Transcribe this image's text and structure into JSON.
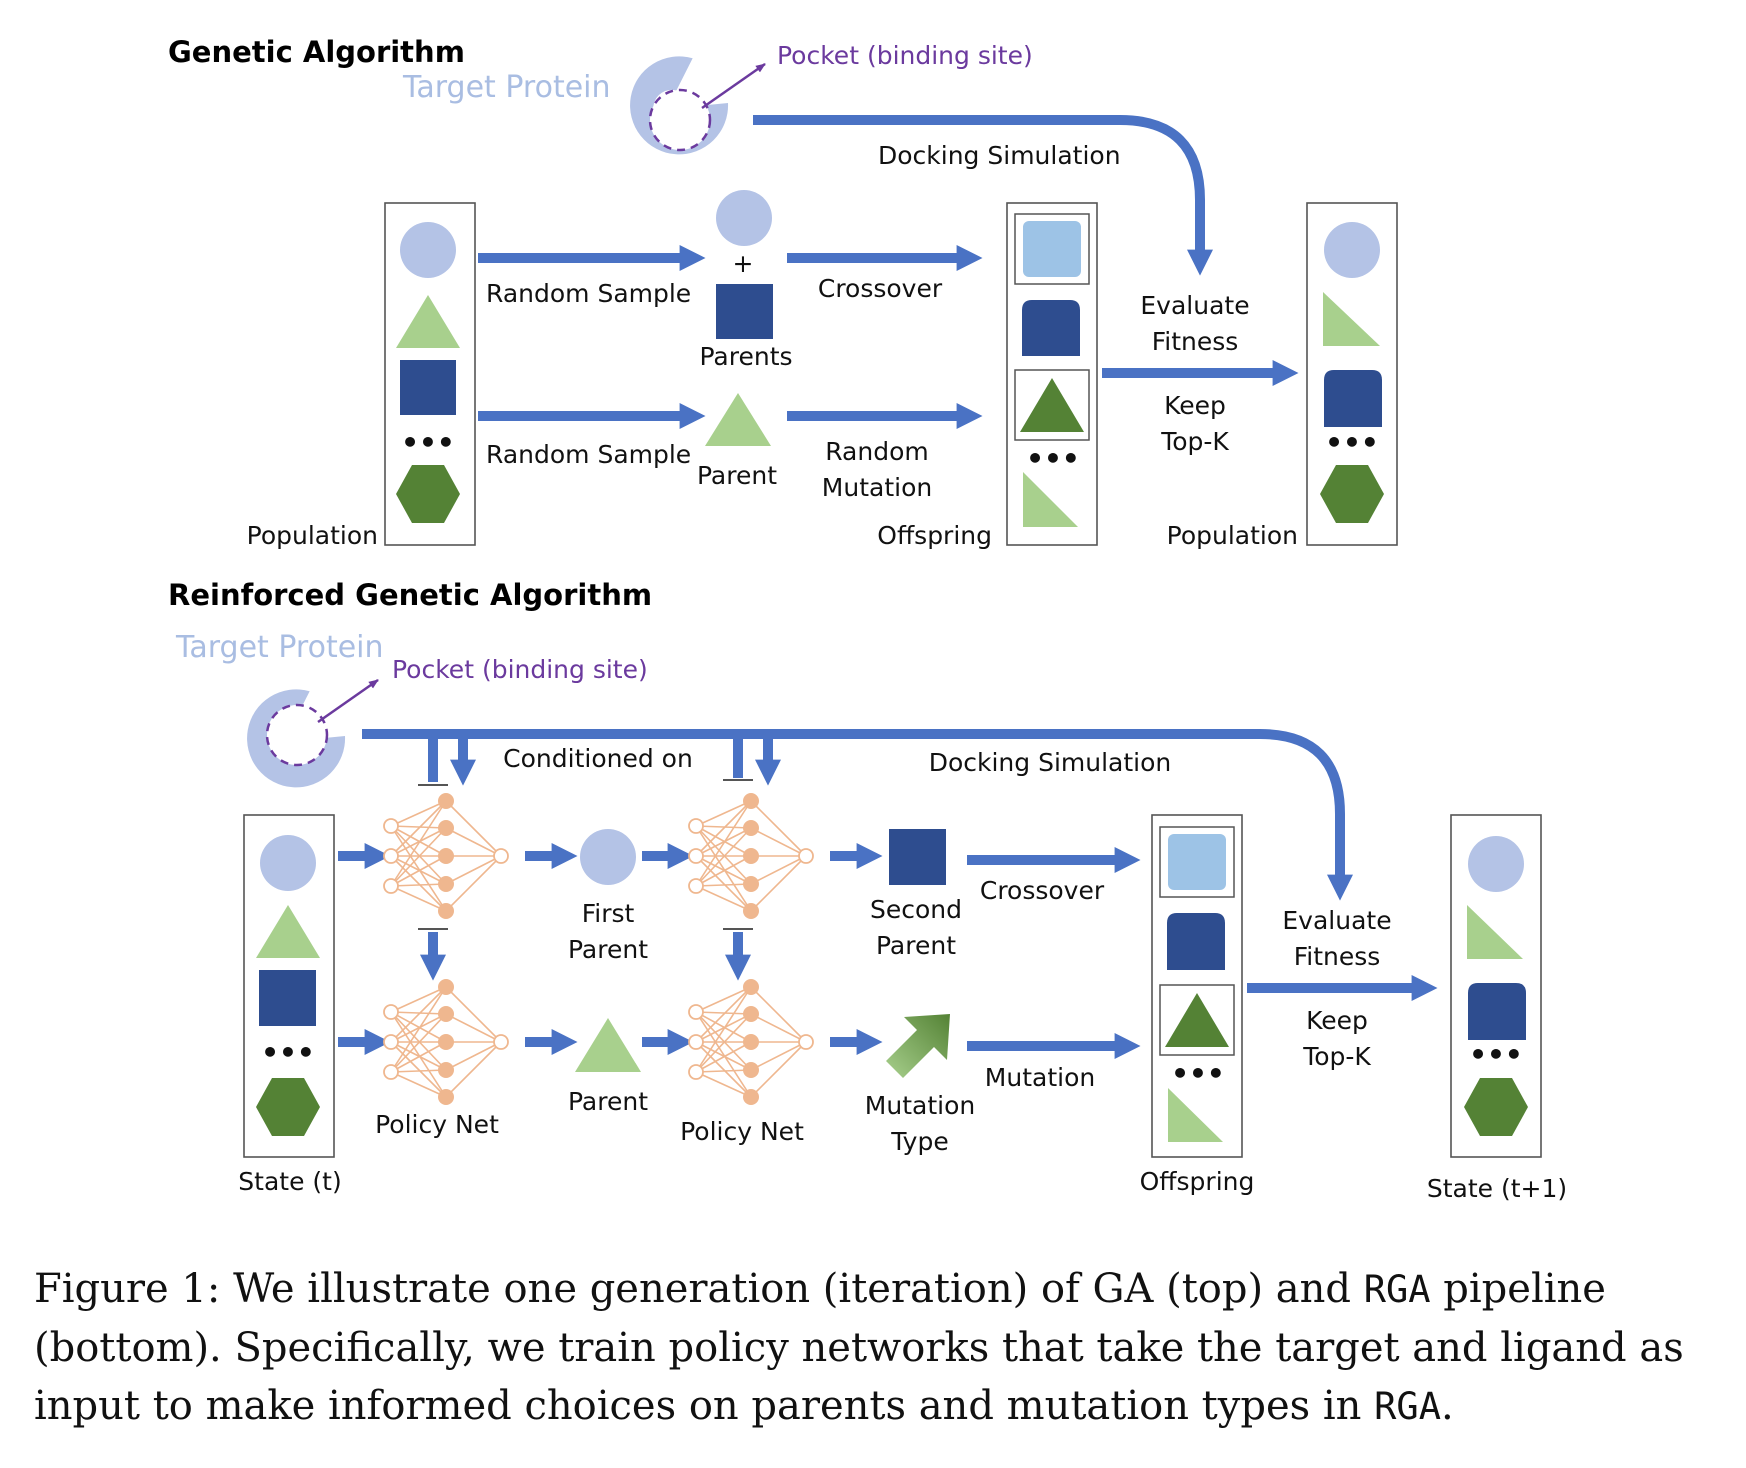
{
  "colors": {
    "arrow": "#4a72c4",
    "light_blue_circle": "#b4c3e6",
    "light_green": "#a8d08d",
    "dark_blue": "#2e4d8f",
    "dark_green": "#548235",
    "pale_blue_square": "#9dc3e6",
    "target_protein_text": "#a9bde2",
    "pocket_text": "#6b3a9e",
    "policy_net": "#efb78f"
  },
  "ga": {
    "title": "Genetic Algorithm",
    "target_protein": "Target Protein",
    "pocket": "Pocket (binding site)",
    "docking_simulation": "Docking Simulation",
    "random_sample_1": "Random Sample",
    "random_sample_2": "Random Sample",
    "plus": "+",
    "parents": "Parents",
    "parent": "Parent",
    "crossover": "Crossover",
    "random_mutation_line1": "Random",
    "random_mutation_line2": "Mutation",
    "evaluate_line1": "Evaluate",
    "evaluate_line2": "Fitness",
    "keep_line1": "Keep",
    "keep_line2": "Top-K",
    "population_in": "Population",
    "offspring": "Offspring",
    "population_out": "Population",
    "ellipsis": "•••"
  },
  "rga": {
    "title": "Reinforced Genetic Algorithm",
    "target_protein": "Target Protein",
    "pocket": "Pocket (binding site)",
    "conditioned_on": "Conditioned on",
    "docking_simulation": "Docking Simulation",
    "first_parent_line1": "First",
    "first_parent_line2": "Parent",
    "second_parent_line1": "Second",
    "second_parent_line2": "Parent",
    "crossover": "Crossover",
    "parent": "Parent",
    "mutation": "Mutation",
    "mutation_type_line1": "Mutation",
    "mutation_type_line2": "Type",
    "policy_net_1": "Policy Net",
    "policy_net_2": "Policy Net",
    "evaluate_line1": "Evaluate",
    "evaluate_line2": "Fitness",
    "keep_line1": "Keep",
    "keep_line2": "Top-K",
    "state_t": "State (t)",
    "offspring": "Offspring",
    "state_t1": "State (t+1)",
    "ellipsis": "•••"
  },
  "caption": {
    "part1": "Figure 1: We illustrate one generation (iteration) of GA (top) and ",
    "code1": "RGA",
    "part2": " pipeline (bottom). Specifically, we train policy networks that take the target and ligand as input to make informed choices on parents and mutation types in ",
    "code2": "RGA",
    "part3": "."
  }
}
